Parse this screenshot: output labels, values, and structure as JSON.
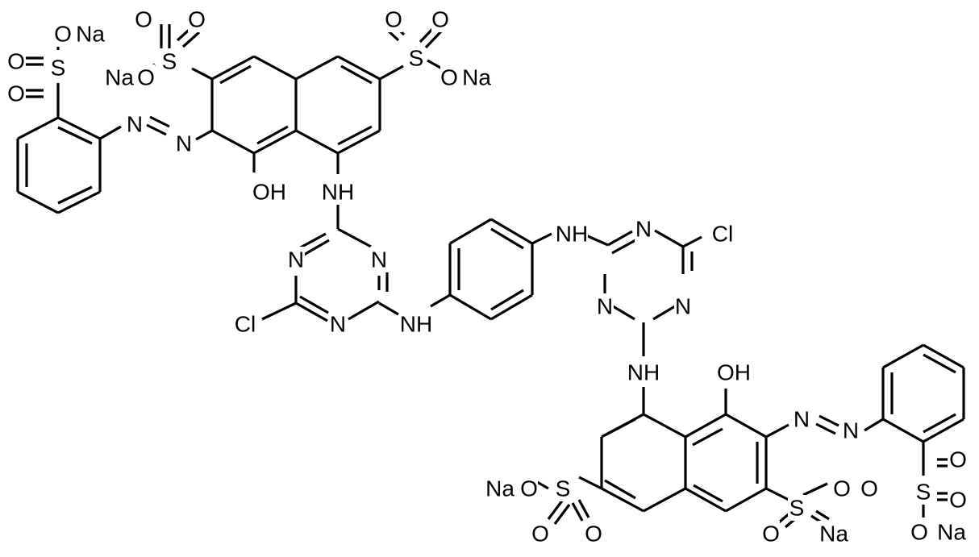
{
  "structure": {
    "atom_labels": [
      "O",
      "Na",
      "S",
      "O",
      "O",
      "Na",
      "O",
      "S",
      "O",
      "O",
      "S",
      "O",
      "O",
      "O",
      "Na",
      "N",
      "N",
      "OH",
      "NH",
      "N",
      "N",
      "Cl",
      "N",
      "NH",
      "NH",
      "N",
      "Cl",
      "N",
      "N",
      "NH",
      "OH",
      "N",
      "N",
      "S",
      "O",
      "O",
      "O",
      "Na",
      "Na",
      "O",
      "S",
      "O",
      "O",
      "S",
      "O",
      "O",
      "O",
      "Na"
    ]
  }
}
